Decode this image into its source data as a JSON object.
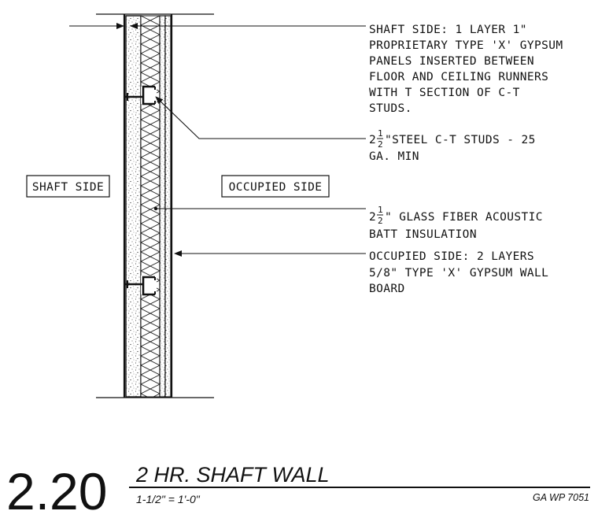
{
  "labels": {
    "shaft_side": "SHAFT SIDE",
    "occupied_side": "OCCUPIED SIDE"
  },
  "notes": {
    "shaft_layer": [
      "SHAFT SIDE: 1 LAYER 1\"",
      "PROPRIETARY TYPE 'X' GYPSUM",
      "PANELS INSERTED BETWEEN",
      "FLOOR AND CEILING RUNNERS",
      "WITH T SECTION OF C-T",
      "STUDS."
    ],
    "studs": {
      "prefix": "2",
      "frac_num": "1",
      "frac_den": "2",
      "line1": "\"STEEL C-T STUDS - 25",
      "line2": "GA. MIN"
    },
    "insulation": {
      "prefix": "2",
      "frac_num": "1",
      "frac_den": "2",
      "line1": "\" GLASS FIBER ACOUSTIC",
      "line2": "BATT INSULATION"
    },
    "occupied_layers": [
      "OCCUPIED SIDE: 2 LAYERS",
      "5/8\" TYPE 'X' GYPSUM WALL",
      "BOARD"
    ]
  },
  "title_block": {
    "detail_number": "2.20",
    "title": "2 HR. SHAFT WALL",
    "scale": "1-1/2\" = 1'-0\"",
    "reference": "GA WP 7051"
  }
}
